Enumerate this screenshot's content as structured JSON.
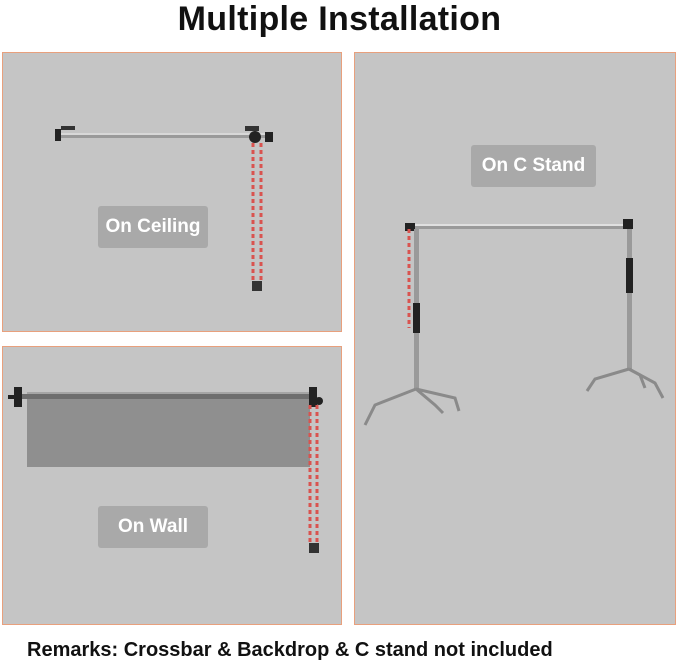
{
  "title": "Multiple Installation",
  "panels": {
    "ceiling": {
      "label": "On Ceiling"
    },
    "wall": {
      "label": "On Wall"
    },
    "cstand": {
      "label": "On C Stand"
    }
  },
  "remarks": "Remarks: Crossbar & Backdrop & C stand not included",
  "colors": {
    "panel_bg": "#c5c5c5",
    "panel_border": "#e8a07d",
    "tag_bg": "#a9a9a9",
    "chain": "#d9534f",
    "backdrop": "#8f8f8f"
  }
}
